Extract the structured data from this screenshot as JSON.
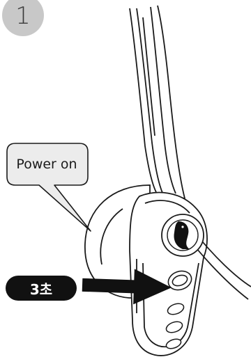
{
  "step": {
    "number": "1"
  },
  "callout": {
    "label": "Power on"
  },
  "duration_badge": {
    "label": "3초"
  },
  "colors": {
    "step_circle": "#c8c8c8",
    "callout_fill": "#ececec",
    "badge_fill": "#111111",
    "arrow": "#111111",
    "line": "#1a1a1a"
  },
  "icons": [
    "headset-illustration",
    "power-button-icon",
    "arrow-right-icon",
    "logo-bird-icon"
  ]
}
